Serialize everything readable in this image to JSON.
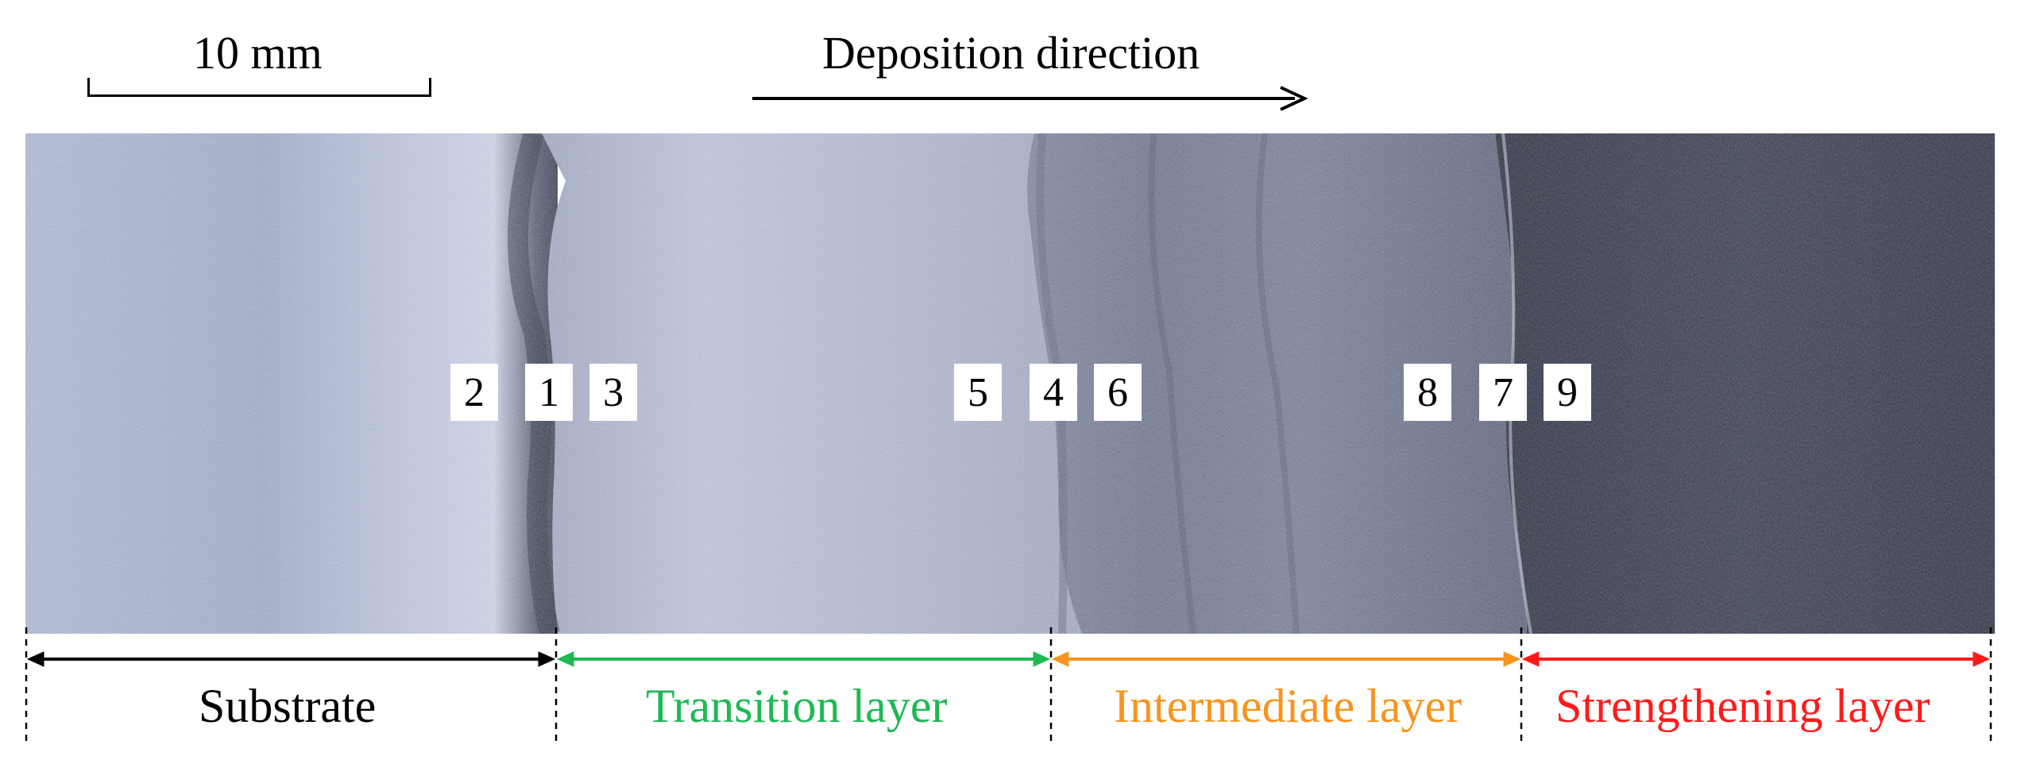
{
  "scale_bar": {
    "label": "10 mm"
  },
  "direction": {
    "label": "Deposition direction"
  },
  "markers": [
    "2",
    "1",
    "3",
    "5",
    "4",
    "6",
    "8",
    "7",
    "9"
  ],
  "zones": [
    {
      "label": "Substrate",
      "color": "#000000"
    },
    {
      "label": "Transition layer",
      "color": "#1DB954"
    },
    {
      "label": "Intermediate layer",
      "color": "#F7941D"
    },
    {
      "label": "Strengthening layer",
      "color": "#FF1A1A"
    }
  ]
}
